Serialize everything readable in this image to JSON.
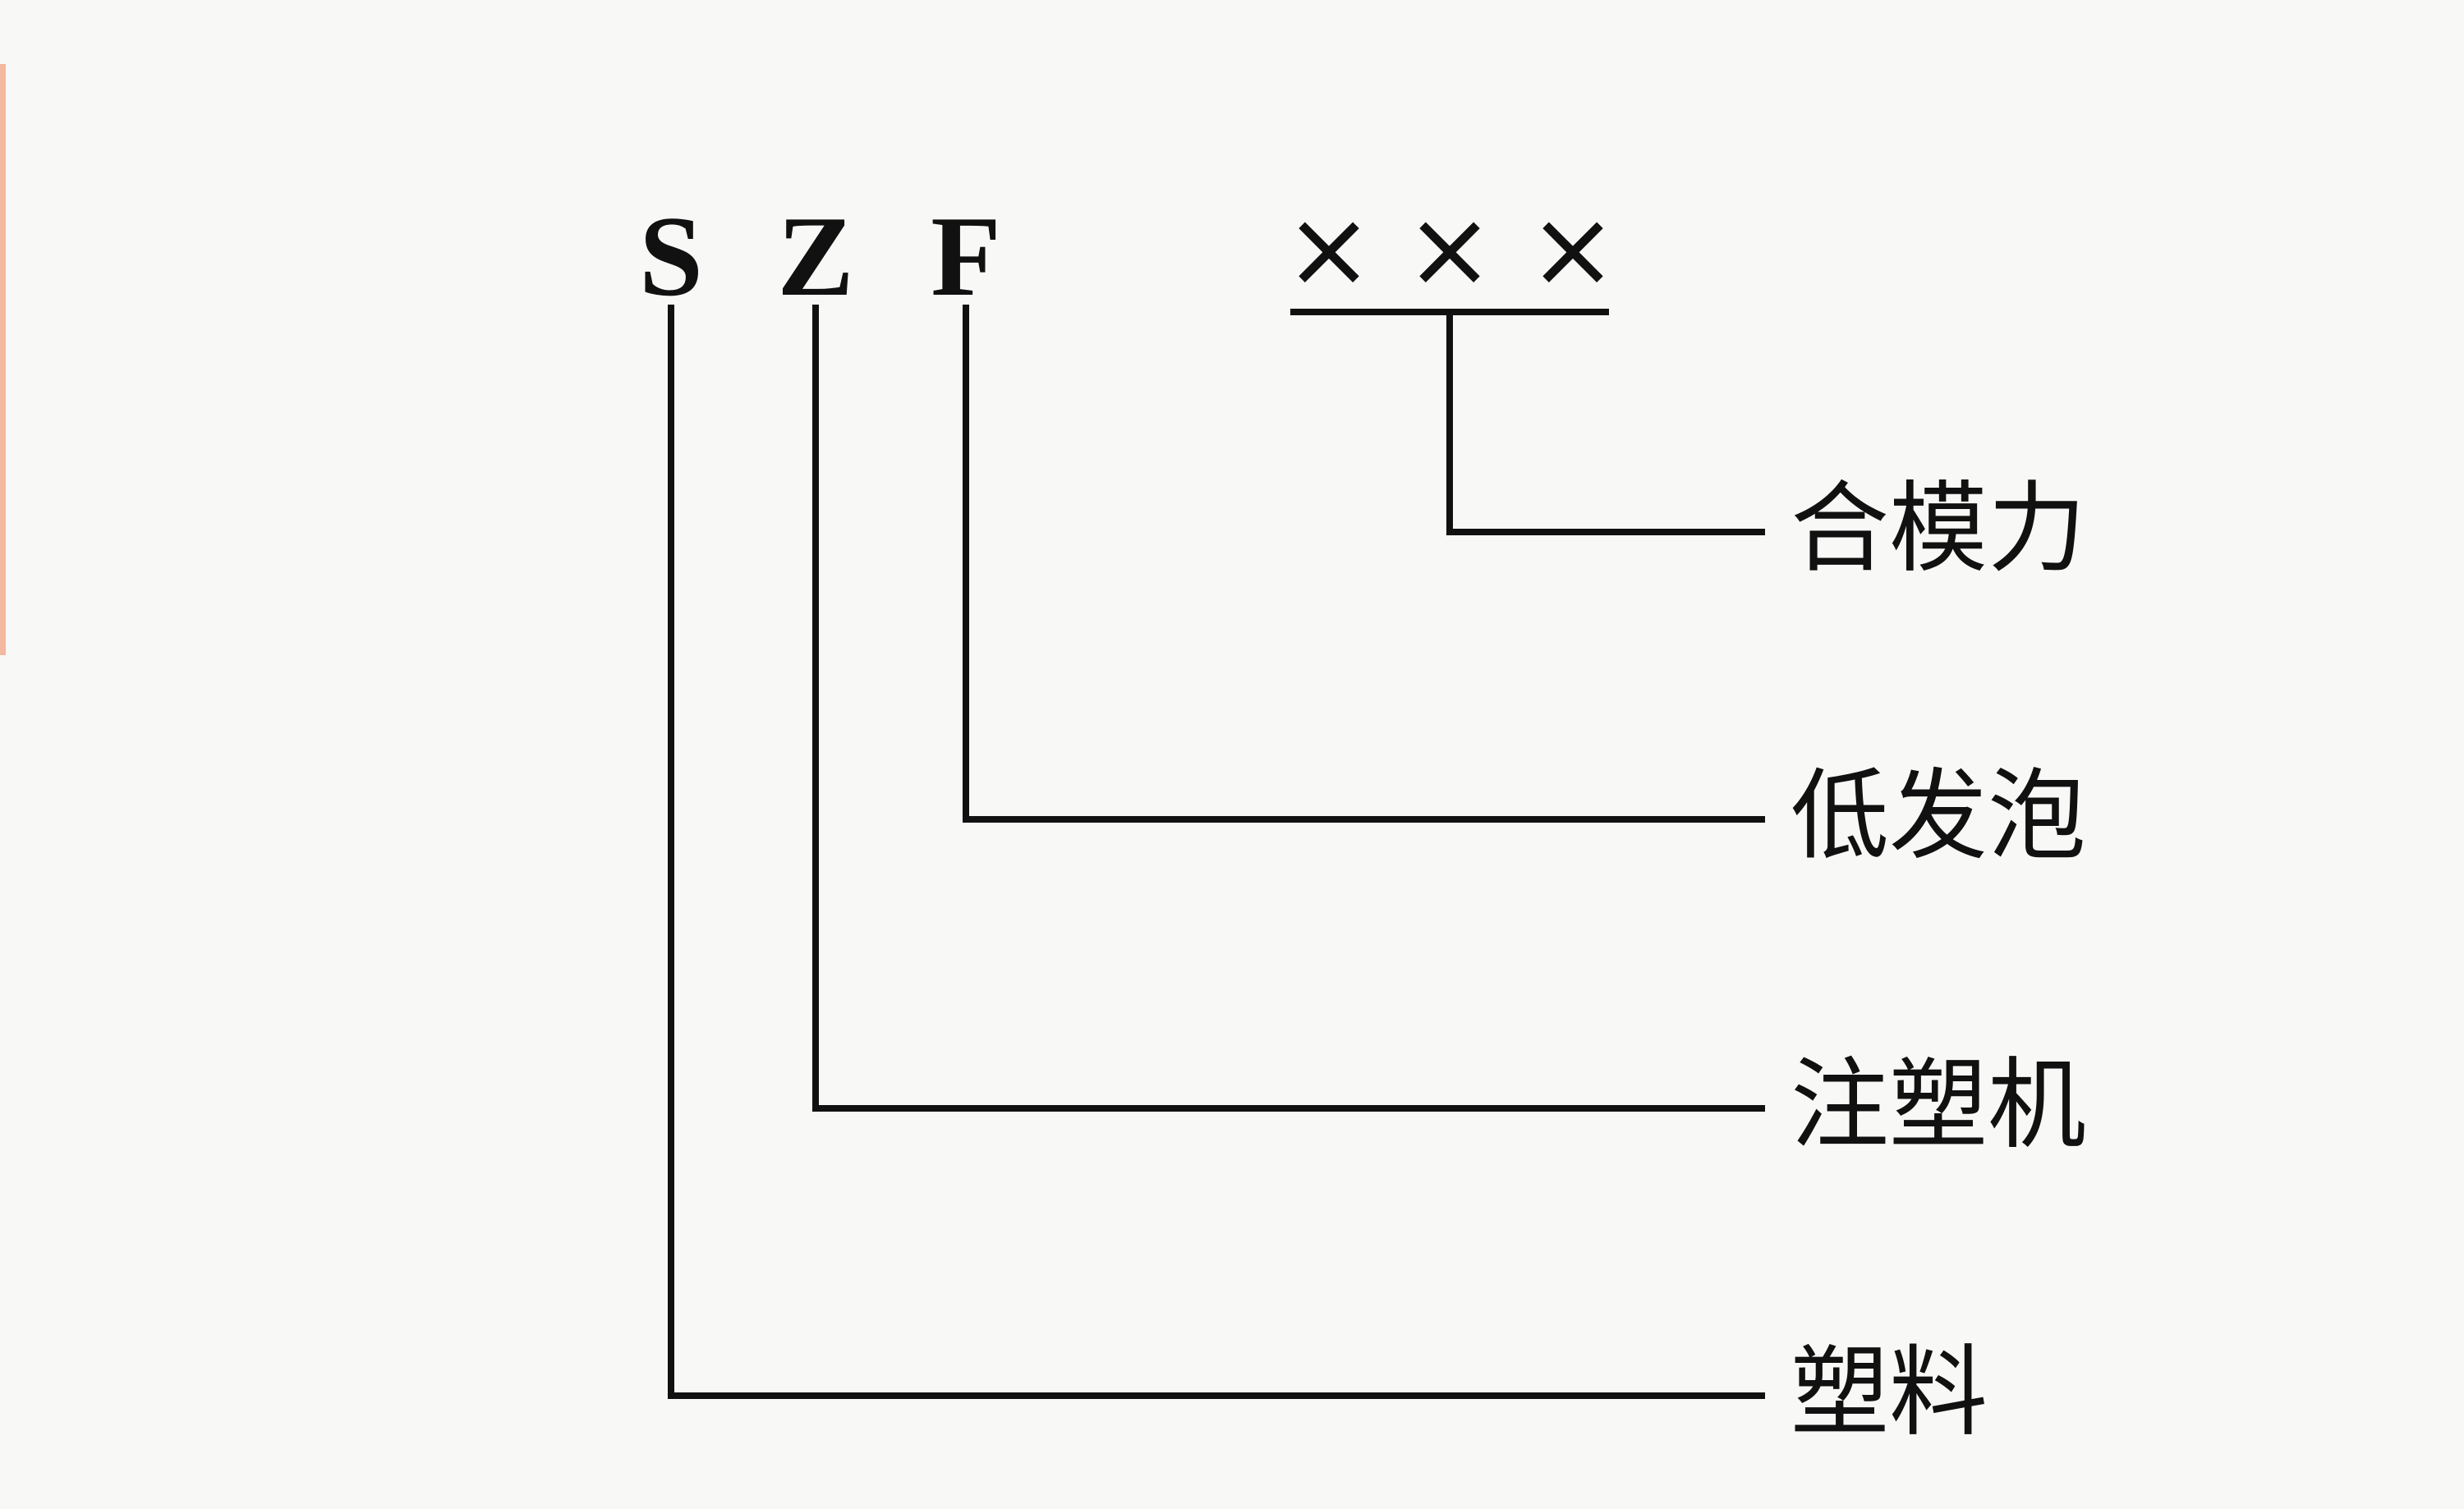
{
  "code": {
    "letters": [
      "S",
      "Z",
      "F"
    ],
    "placeholders": [
      "×",
      "×",
      "×"
    ]
  },
  "labels": {
    "clamping_force": "合模力",
    "low_foaming": "低发泡",
    "injection_machine": "注塑机",
    "plastic": "塑料"
  }
}
